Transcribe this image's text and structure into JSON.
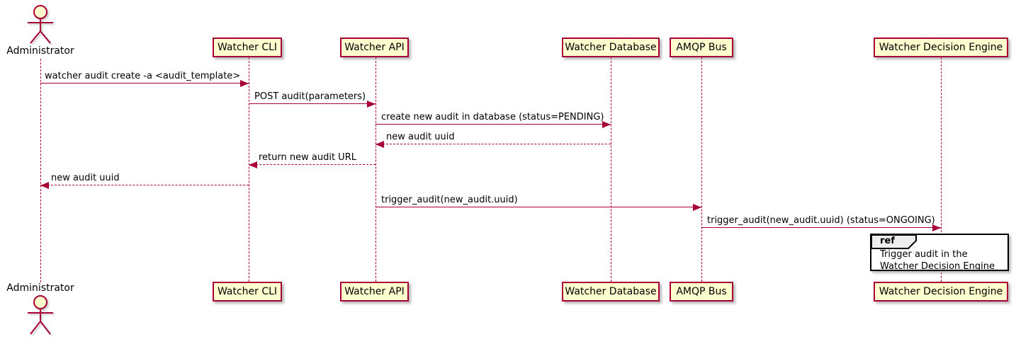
{
  "diagram": {
    "type": "sequence",
    "colors": {
      "participant_fill": "#FEFECE",
      "participant_border": "#A80036",
      "arrow": "#A80036",
      "lifeline": "#A80036",
      "text": "#000000",
      "ref_border": "#000000",
      "ref_header_fill": "#EEEEEE"
    },
    "participants": [
      {
        "name": "Administrator",
        "type": "actor"
      },
      {
        "name": "Watcher CLI",
        "type": "participant"
      },
      {
        "name": "Watcher API",
        "type": "participant"
      },
      {
        "name": "Watcher Database",
        "type": "participant"
      },
      {
        "name": "AMQP Bus",
        "type": "participant"
      },
      {
        "name": "Watcher Decision Engine",
        "type": "participant"
      }
    ],
    "messages": [
      {
        "from": "Administrator",
        "to": "Watcher CLI",
        "label": "watcher audit create -a <audit_template>",
        "style": "solid"
      },
      {
        "from": "Watcher CLI",
        "to": "Watcher API",
        "label": "POST audit(parameters)",
        "style": "solid"
      },
      {
        "from": "Watcher API",
        "to": "Watcher Database",
        "label": "create new audit in database (status=PENDING)",
        "style": "solid"
      },
      {
        "from": "Watcher Database",
        "to": "Watcher API",
        "label": "new audit uuid",
        "style": "dashed"
      },
      {
        "from": "Watcher API",
        "to": "Watcher CLI",
        "label": "return new audit URL",
        "style": "dashed"
      },
      {
        "from": "Watcher CLI",
        "to": "Administrator",
        "label": "new audit uuid",
        "style": "dashed"
      },
      {
        "from": "Watcher API",
        "to": "AMQP Bus",
        "label": "trigger_audit(new_audit.uuid)",
        "style": "solid"
      },
      {
        "from": "AMQP Bus",
        "to": "Watcher Decision Engine",
        "label": "trigger_audit(new_audit.uuid) (status=ONGOING)",
        "style": "solid"
      }
    ],
    "ref": {
      "keyword": "ref",
      "over": "Watcher Decision Engine",
      "lines": [
        "Trigger audit in the",
        "Watcher Decision Engine"
      ]
    }
  }
}
